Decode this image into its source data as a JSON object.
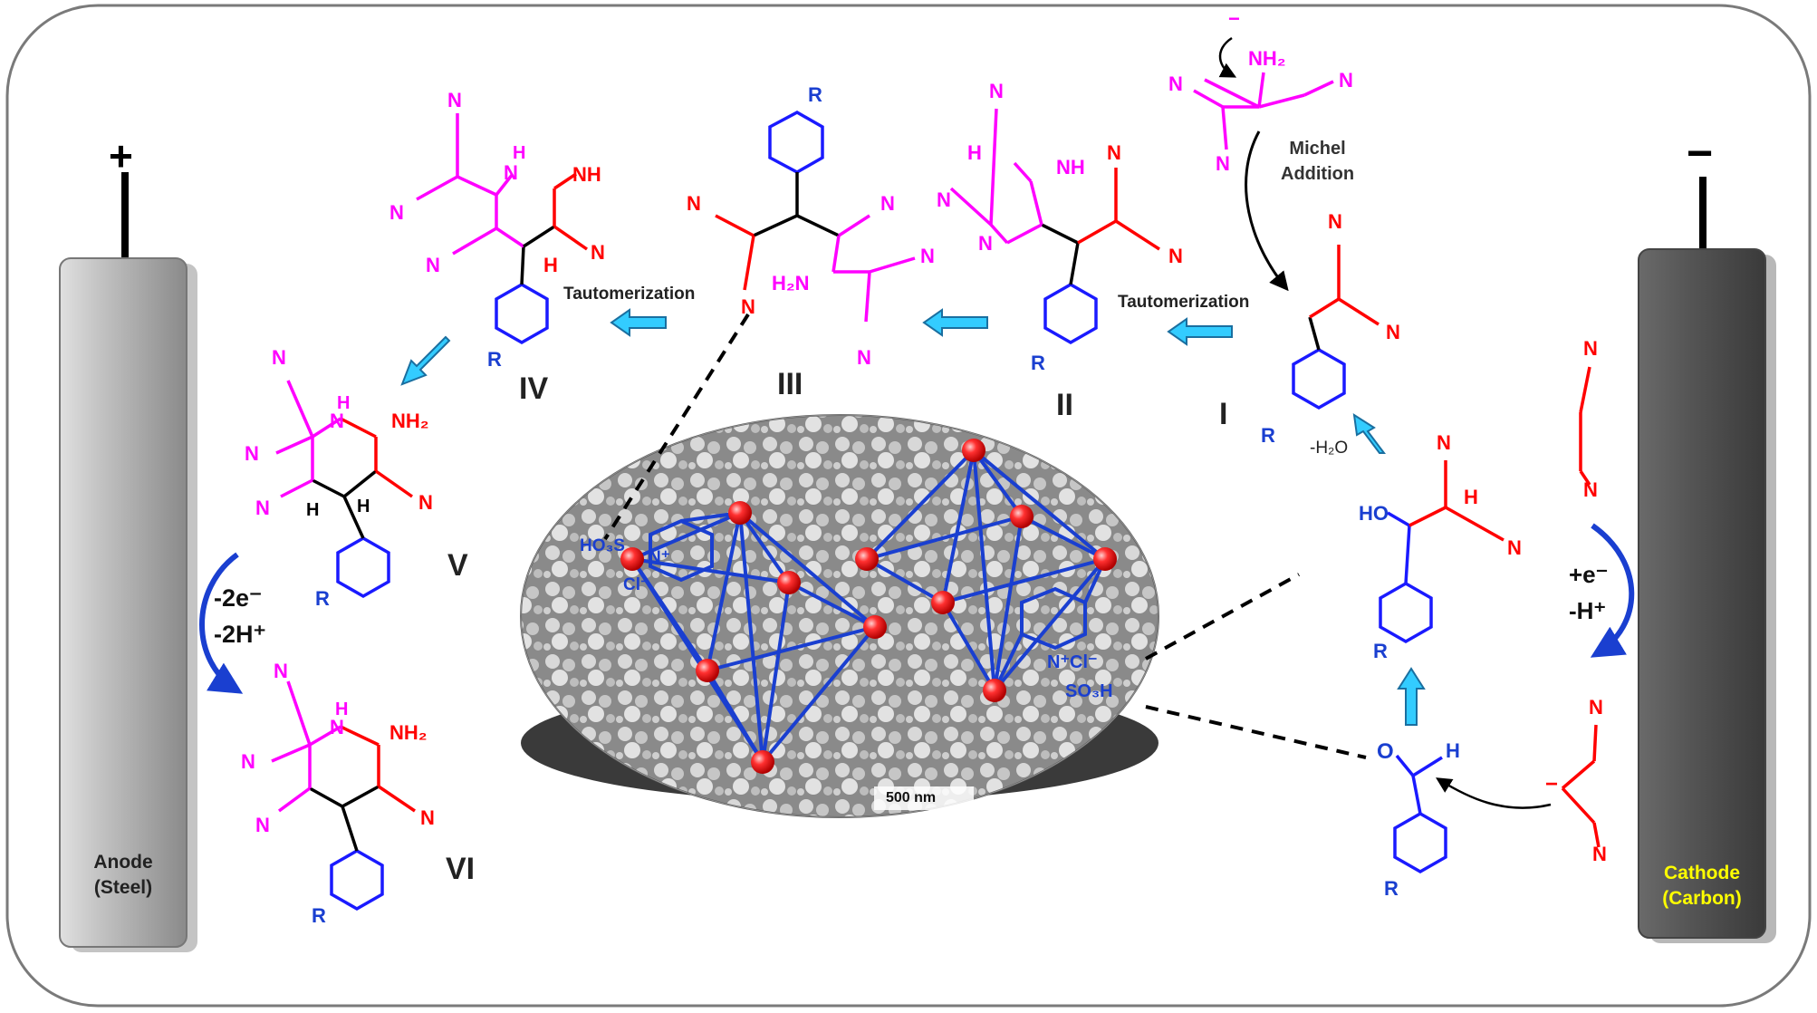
{
  "electrodes": {
    "anode": {
      "sign": "+",
      "label_line1": "Anode",
      "label_line2": "(Steel)"
    },
    "cathode": {
      "sign": "−",
      "label_line1": "Cathode",
      "label_line2": "(Carbon)"
    }
  },
  "intermediates": {
    "I": "I",
    "II": "II",
    "III": "III",
    "IV": "IV",
    "V": "V",
    "VI": "VI"
  },
  "steps": {
    "michael_1": "Michel",
    "michael_2": "Addition",
    "tautomerization_1": "Tautomerization",
    "tautomerization_2": "Tautomerization",
    "dehydration": "-H₂O",
    "oxidation_1": "-2e⁻",
    "oxidation_2": "-2H⁺",
    "reduction_1": "+e⁻",
    "reduction_2": "-H⁺"
  },
  "catalyst": {
    "scale_bar": "500 nm",
    "left_group_1": "HO₃S",
    "left_group_2": "N⁺",
    "left_group_3": "Cl⁻",
    "right_group_1": "N⁺Cl⁻",
    "right_group_2": "SO₃H"
  },
  "atoms": {
    "N": "N",
    "H": "H",
    "R": "R",
    "O": "O",
    "NH": "NH",
    "NH2": "NH₂",
    "H2N": "H₂N",
    "HO": "HO",
    "minus": "−"
  },
  "colors": {
    "pink": "#ff00ff",
    "blue": "#1a1aff",
    "red": "#ff0000",
    "arrow_cyan": "#33ccff",
    "cathode_text": "#ffff00",
    "node": "#ff2020"
  }
}
